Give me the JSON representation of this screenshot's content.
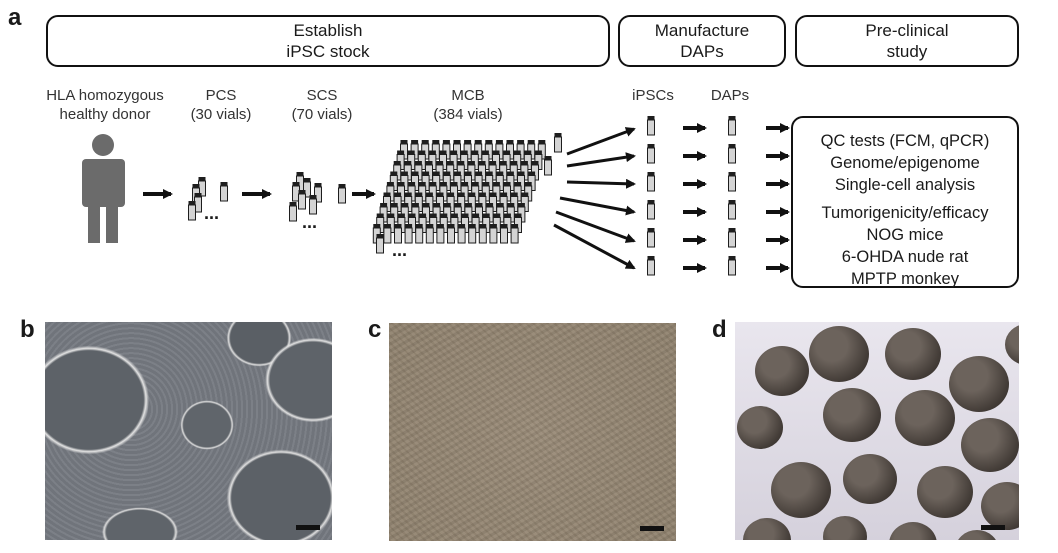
{
  "panels": {
    "a": "a",
    "b": "b",
    "c": "c",
    "d": "d"
  },
  "headers": {
    "establish": {
      "line1": "Establish",
      "line2": "iPSC stock"
    },
    "manufacture": {
      "line1": "Manufacture",
      "line2": "DAPs"
    },
    "preclinical": {
      "line1": "Pre-clinical",
      "line2": "study"
    }
  },
  "stages": {
    "donor": {
      "line1": "HLA homozygous",
      "line2": "healthy donor"
    },
    "pcs": {
      "line1": "PCS",
      "line2": "(30 vials)"
    },
    "scs": {
      "line1": "SCS",
      "line2": "(70 vials)"
    },
    "mcb": {
      "line1": "MCB",
      "line2": "(384 vials)"
    },
    "ipscs": "iPSCs",
    "daps": "DAPs"
  },
  "ellipsis": "...",
  "qc_box": {
    "group1": [
      "QC tests (FCM, qPCR)",
      "Genome/epigenome",
      "Single-cell analysis"
    ],
    "group2": [
      "Tumorigenicity/efficacy",
      "NOG mice",
      "6-OHDA nude rat",
      "MPTP monkey"
    ]
  },
  "colors": {
    "outline": "#111111",
    "person": "#6b6b6b",
    "vial_body": "#d4d4d4",
    "vial_cap": "#1e1e1e"
  }
}
